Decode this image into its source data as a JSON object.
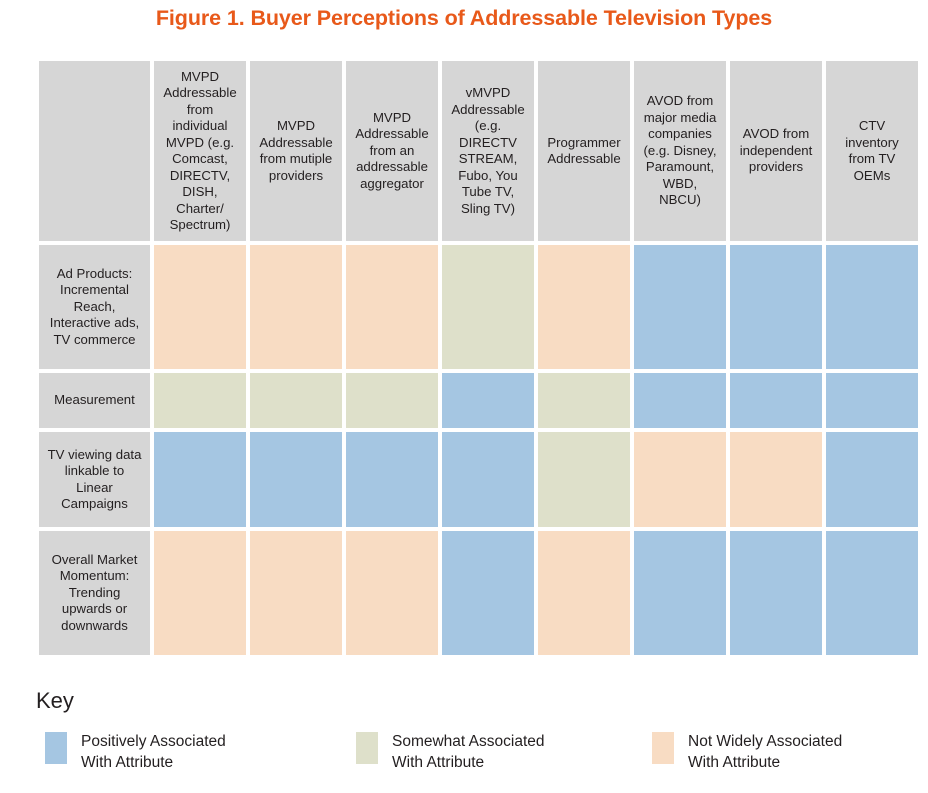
{
  "title": "Figure 1. Buyer Perceptions of Addressable Television Types",
  "colors": {
    "title": "#e8591a",
    "header_bg": "#d6d6d6",
    "blue": "#a5c6e2",
    "green": "#dee0ca",
    "peach": "#f8dcc3",
    "text": "#231f20",
    "page_bg": "#ffffff"
  },
  "chart_data": {
    "type": "heatmap",
    "title": "Figure 1. Buyer Perceptions of Addressable Television Types",
    "xlabel": "",
    "ylabel": "",
    "grid": false,
    "legend_position": "bottom",
    "corner_label": "",
    "categories": [
      "MVPD Addressable from individual MVPD (e.g. Comcast, DIRECTV, DISH, Charter/Spectrum)",
      "MVPD Addressable from mutiple providers",
      "MVPD Addressable from an addressable aggregator",
      "vMVPD Addressable (e.g. DIRECTV STREAM, Fubo, You Tube TV, Sling TV)",
      "Programmer Addressable",
      "AVOD from major media companies (e.g. Disney, Paramount, WBD, NBCU)",
      "AVOD from independent providers",
      "CTV inventory from TV OEMs"
    ],
    "rows": [
      "Ad Products: Incremental Reach, Interactive ads, TV commerce",
      "Measurement",
      "TV viewing data linkable to Linear Campaigns",
      "Overall Market Momentum: Trending upwards or downwards"
    ],
    "value_scale": {
      "positive": "Positively Associated With Attribute",
      "somewhat": "Somewhat Associated With Attribute",
      "not_widely": "Not Widely Associated With Attribute"
    },
    "values": [
      [
        "not_widely",
        "not_widely",
        "not_widely",
        "somewhat",
        "not_widely",
        "positive",
        "positive",
        "positive"
      ],
      [
        "somewhat",
        "somewhat",
        "somewhat",
        "positive",
        "somewhat",
        "positive",
        "positive",
        "positive"
      ],
      [
        "positive",
        "positive",
        "positive",
        "positive",
        "somewhat",
        "not_widely",
        "not_widely",
        "positive"
      ],
      [
        "not_widely",
        "not_widely",
        "not_widely",
        "positive",
        "not_widely",
        "positive",
        "positive",
        "positive"
      ]
    ]
  },
  "table": {
    "corner": "",
    "headers": [
      "MVPD Addressable from individual MVPD (e.g. Comcast, DIRECTV, DISH, Charter/ Spectrum)",
      "MVPD Addressable from mutiple providers",
      "MVPD Addressable from an addressable aggregator",
      "vMVPD Addressable (e.g. DIRECTV STREAM, Fubo, You Tube TV, Sling TV)",
      "Programmer Addressable",
      "AVOD from major media companies (e.g. Disney, Paramount, WBD, NBCU)",
      "AVOD from independent providers",
      "CTV inventory from TV OEMs"
    ],
    "row_labels": [
      "Ad Products: Incremental Reach, Interactive ads, TV commerce",
      "Measurement",
      "TV viewing data linkable to Linear Campaigns",
      "Overall Market Momentum: Trending upwards or downwards"
    ]
  },
  "key": {
    "heading": "Key",
    "items": [
      {
        "color_key": "blue",
        "swatch": "#a5c6e2",
        "label": "Positively Associated\nWith Attribute"
      },
      {
        "color_key": "green",
        "swatch": "#dee0ca",
        "label": "Somewhat Associated\nWith Attribute"
      },
      {
        "color_key": "peach",
        "swatch": "#f8dcc3",
        "label": "Not Widely Associated\nWith Attribute"
      }
    ]
  }
}
